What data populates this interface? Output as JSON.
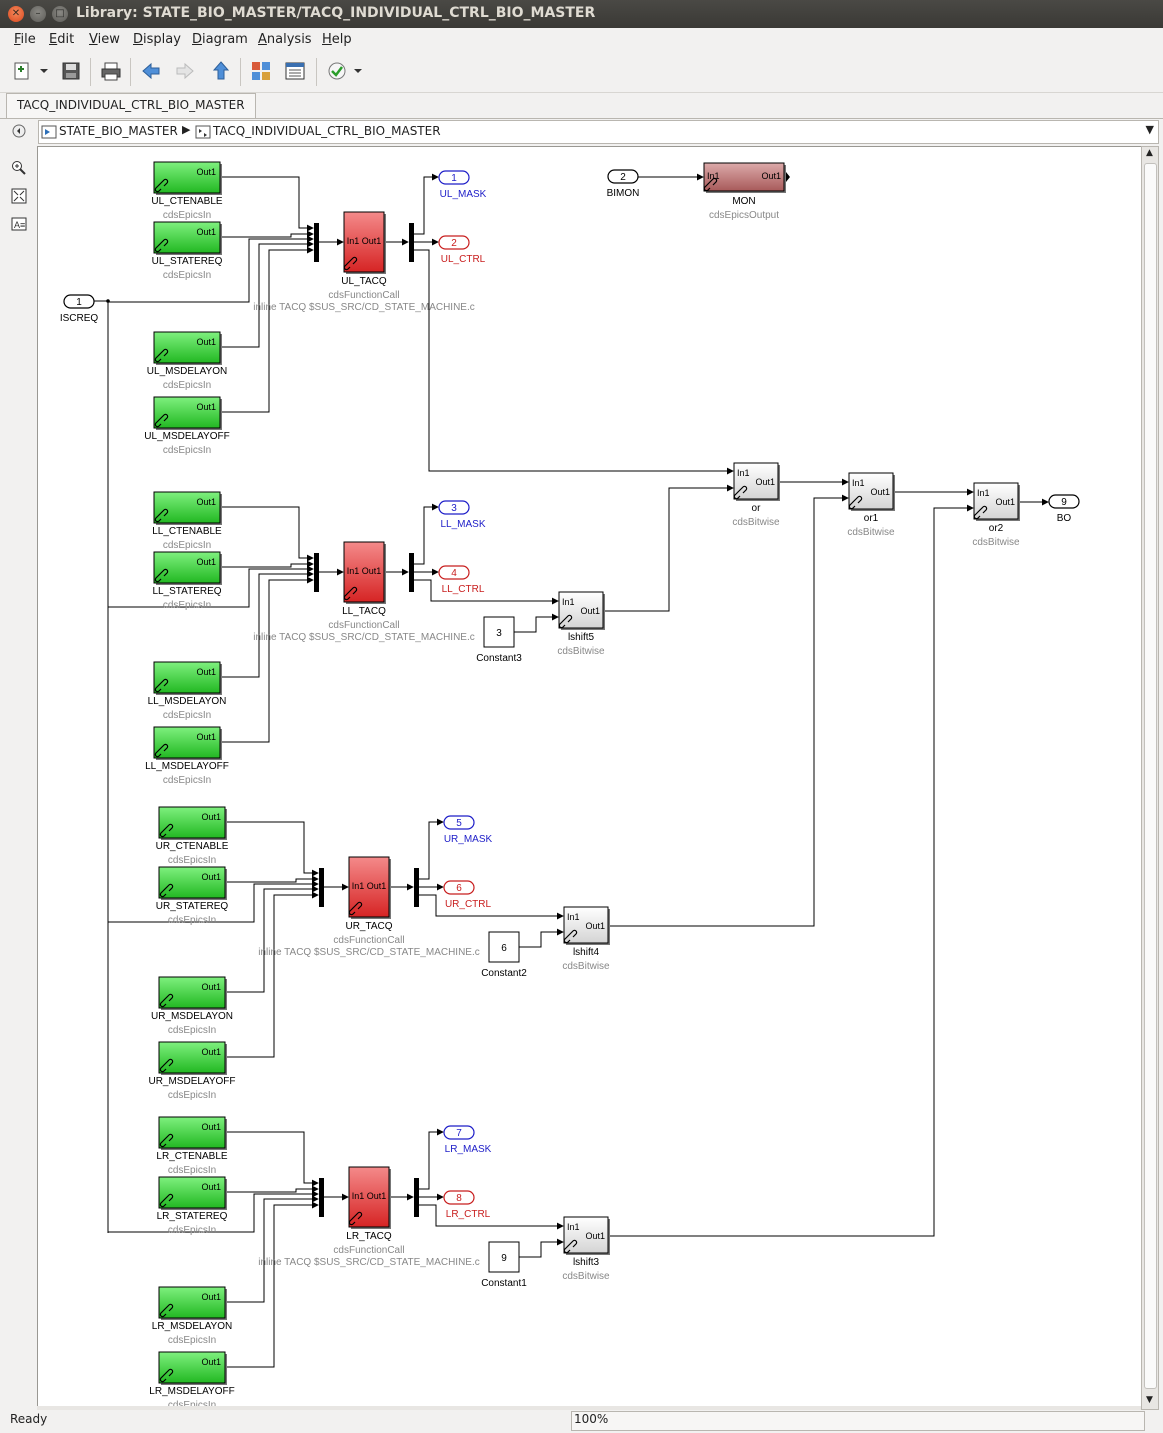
{
  "window": {
    "title": "Library: STATE_BIO_MASTER/TACQ_INDIVIDUAL_CTRL_BIO_MASTER"
  },
  "menu": [
    "File",
    "Edit",
    "View",
    "Display",
    "Diagram",
    "Analysis",
    "Help"
  ],
  "tab": {
    "label": "TACQ_INDIVIDUAL_CTRL_BIO_MASTER"
  },
  "breadcrumb": {
    "root": "STATE_BIO_MASTER",
    "child": "TACQ_INDIVIDUAL_CTRL_BIO_MASTER"
  },
  "status": {
    "text": "Ready",
    "zoom": "100%"
  },
  "colors": {
    "input_block": "#3fd43f",
    "tacq_block": "#e84a4a",
    "output_block": "#c07878",
    "mask_port": "#1d1dc8",
    "ctrl_port": "#c81d1d"
  },
  "diagram": {
    "port_labels": {
      "in_out": "Out1",
      "tacq": "In1 Out1",
      "bw_in": "In1",
      "bw_out": "Out1"
    },
    "mon_port_in": "In1",
    "isc": {
      "num": "1",
      "name": "ISCREQ"
    },
    "bimon": {
      "num": "2",
      "name": "BIMON"
    },
    "mon": {
      "name": "MON",
      "sub": "cdsEpicsOutput"
    },
    "groups": [
      {
        "p": "UL",
        "in": [
          {
            "name": "UL_CTENABLE",
            "sub": "cdsEpicsIn"
          },
          {
            "name": "UL_STATEREQ",
            "sub": "cdsEpicsIn"
          },
          {
            "name": "UL_MSDELAYON",
            "sub": "cdsEpicsIn"
          },
          {
            "name": "UL_MSDELAYOFF",
            "sub": "cdsEpicsIn"
          }
        ],
        "tacq": {
          "name": "UL_TACQ",
          "sub": "cdsFunctionCall",
          "note": "inline TACQ $SUS_SRC/CD_STATE_MACHINE.c"
        },
        "mask": {
          "num": "1",
          "name": "UL_MASK"
        },
        "ctrl": {
          "num": "2",
          "name": "UL_CTRL"
        }
      },
      {
        "p": "LL",
        "in": [
          {
            "name": "LL_CTENABLE",
            "sub": "cdsEpicsIn"
          },
          {
            "name": "LL_STATEREQ",
            "sub": "cdsEpicsIn"
          },
          {
            "name": "LL_MSDELAYON",
            "sub": "cdsEpicsIn"
          },
          {
            "name": "LL_MSDELAYOFF",
            "sub": "cdsEpicsIn"
          }
        ],
        "tacq": {
          "name": "LL_TACQ",
          "sub": "cdsFunctionCall",
          "note": "inline TACQ $SUS_SRC/CD_STATE_MACHINE.c"
        },
        "mask": {
          "num": "3",
          "name": "LL_MASK"
        },
        "ctrl": {
          "num": "4",
          "name": "LL_CTRL"
        },
        "shift": {
          "name": "lshift5",
          "sub": "cdsBitwise"
        },
        "const": {
          "value": "3",
          "name": "Constant3"
        }
      },
      {
        "p": "UR",
        "in": [
          {
            "name": "UR_CTENABLE",
            "sub": "cdsEpicsIn"
          },
          {
            "name": "UR_STATEREQ",
            "sub": "cdsEpicsIn"
          },
          {
            "name": "UR_MSDELAYON",
            "sub": "cdsEpicsIn"
          },
          {
            "name": "UR_MSDELAYOFF",
            "sub": "cdsEpicsIn"
          }
        ],
        "tacq": {
          "name": "UR_TACQ",
          "sub": "cdsFunctionCall",
          "note": "inline TACQ $SUS_SRC/CD_STATE_MACHINE.c"
        },
        "mask": {
          "num": "5",
          "name": "UR_MASK"
        },
        "ctrl": {
          "num": "6",
          "name": "UR_CTRL"
        },
        "shift": {
          "name": "lshift4",
          "sub": "cdsBitwise"
        },
        "const": {
          "value": "6",
          "name": "Constant2"
        }
      },
      {
        "p": "LR",
        "in": [
          {
            "name": "LR_CTENABLE",
            "sub": "cdsEpicsIn"
          },
          {
            "name": "LR_STATEREQ",
            "sub": "cdsEpicsIn"
          },
          {
            "name": "LR_MSDELAYON",
            "sub": "cdsEpicsIn"
          },
          {
            "name": "LR_MSDELAYOFF",
            "sub": "cdsEpicsIn"
          }
        ],
        "tacq": {
          "name": "LR_TACQ",
          "sub": "cdsFunctionCall",
          "note": "inline TACQ $SUS_SRC/CD_STATE_MACHINE.c"
        },
        "mask": {
          "num": "7",
          "name": "LR_MASK"
        },
        "ctrl": {
          "num": "8",
          "name": "LR_CTRL"
        },
        "shift": {
          "name": "lshift3",
          "sub": "cdsBitwise"
        },
        "const": {
          "value": "9",
          "name": "Constant1"
        }
      }
    ],
    "ors": [
      {
        "name": "or",
        "sub": "cdsBitwise"
      },
      {
        "name": "or1",
        "sub": "cdsBitwise"
      },
      {
        "name": "or2",
        "sub": "cdsBitwise"
      }
    ],
    "bo": {
      "num": "9",
      "name": "BO"
    }
  }
}
